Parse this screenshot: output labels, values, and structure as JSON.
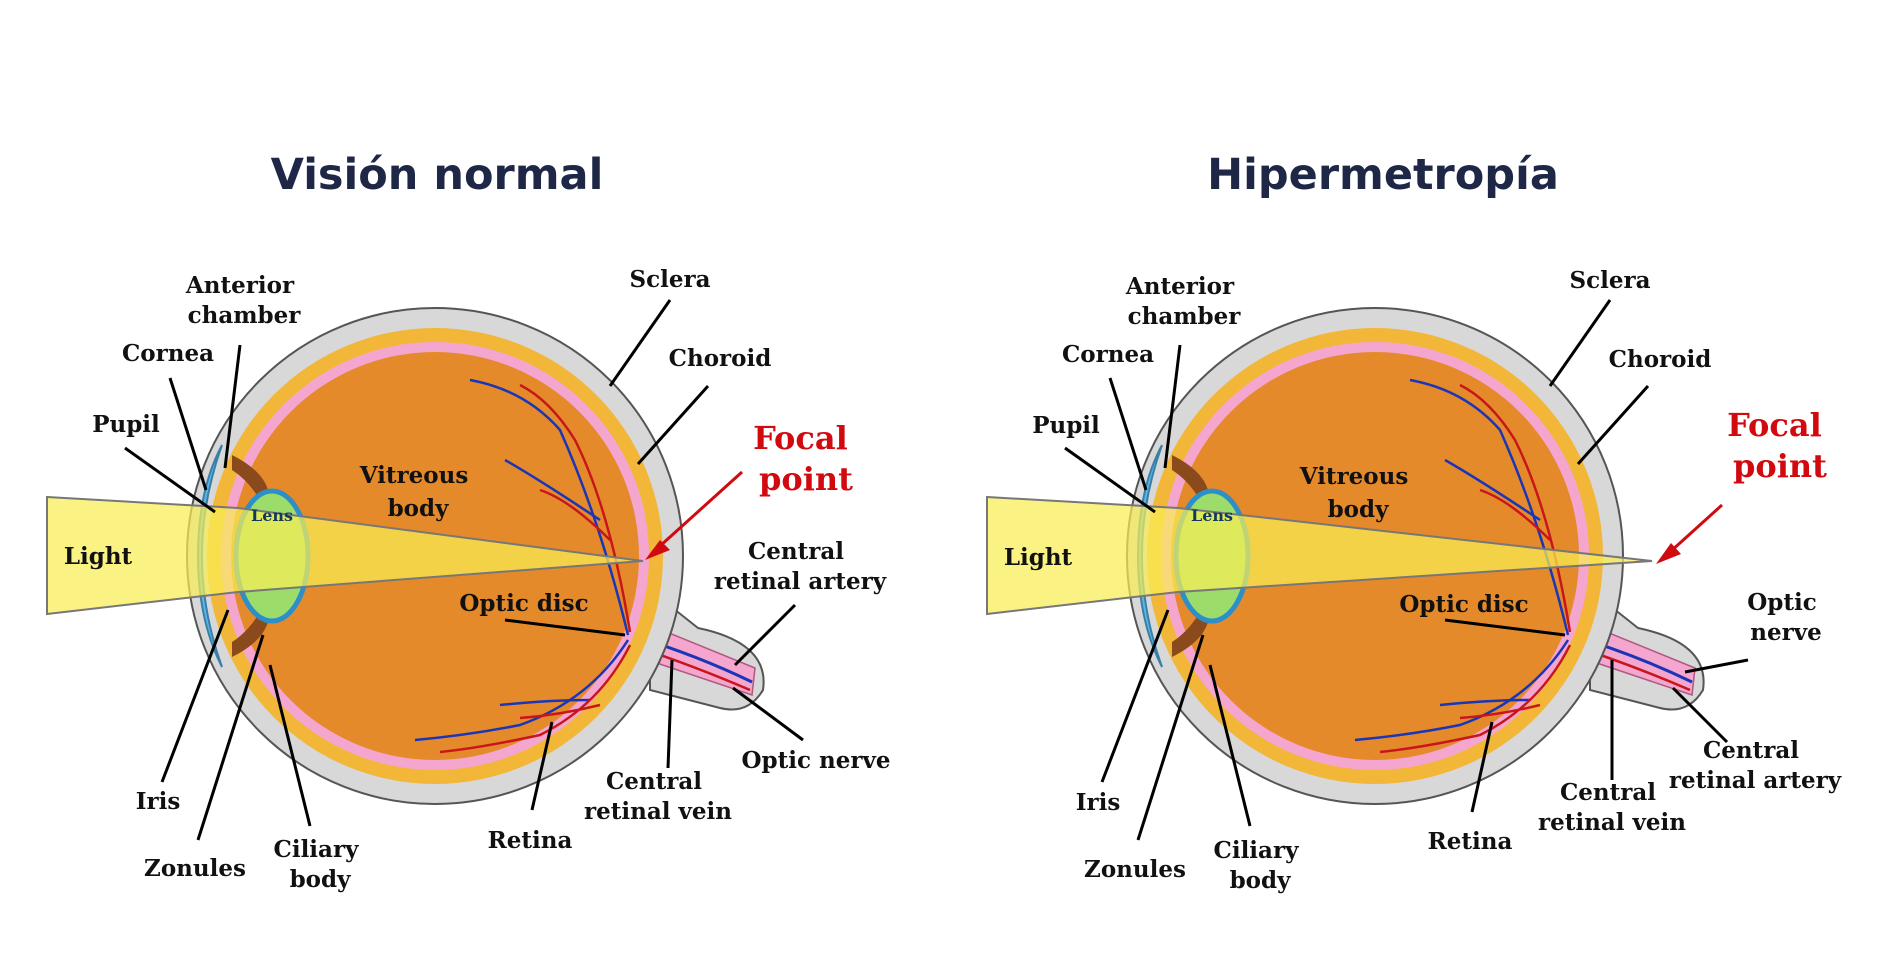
{
  "colors": {
    "title": "#1f2747",
    "focal": "#d10a10",
    "light_beam": "#f8ef55",
    "sclera": "#d8d8d8",
    "choroid": "#f2b739",
    "retina": "#f4a6cf",
    "vitreous": "#e58a2a",
    "cornea": "#5bb7e6",
    "lens": "#9bdc6b",
    "artery": "#c8161b",
    "vein": "#1a35b8"
  },
  "panels": [
    {
      "title": "Visión normal",
      "labels": {
        "sclera": "Sclera",
        "choroid": "Choroid",
        "anterior_chamber": [
          "Anterior",
          "chamber"
        ],
        "cornea": "Cornea",
        "pupil": "Pupil",
        "lens": "Lens",
        "vitreous_body": [
          "Vitreous",
          "body"
        ],
        "light": "Light",
        "focal_point": [
          "Focal",
          "point"
        ],
        "optic_disc": "Optic disc",
        "central_retinal_artery": [
          "Central",
          "retinal artery"
        ],
        "optic_nerve": "Optic nerve",
        "central_retinal_vein": [
          "Central",
          "retinal vein"
        ],
        "retina": "Retina",
        "iris": "Iris",
        "zonules": "Zonules",
        "ciliary_body": [
          "Ciliary",
          "body"
        ]
      }
    },
    {
      "title": "Hipermetropía",
      "labels": {
        "sclera": "Sclera",
        "choroid": "Choroid",
        "anterior_chamber": [
          "Anterior",
          "chamber"
        ],
        "cornea": "Cornea",
        "pupil": "Pupil",
        "lens": "Lens",
        "vitreous_body": [
          "Vitreous",
          "body"
        ],
        "light": "Light",
        "focal_point": [
          "Focal",
          "point"
        ],
        "optic_disc": "Optic disc",
        "optic_nerve": [
          "Optic",
          "nerve"
        ],
        "central_retinal_artery": [
          "Central",
          "retinal artery"
        ],
        "central_retinal_vein": [
          "Central",
          "retinal vein"
        ],
        "retina": "Retina",
        "iris": "Iris",
        "zonules": "Zonules",
        "ciliary_body": [
          "Ciliary",
          "body"
        ]
      }
    }
  ]
}
